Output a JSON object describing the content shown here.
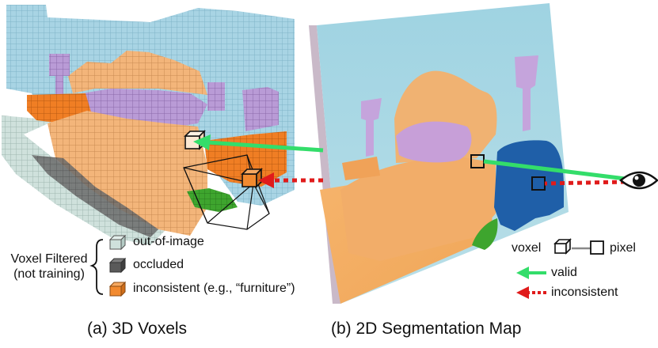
{
  "legend": {
    "filtered_title_line1": "Voxel Filtered",
    "filtered_title_line2": "(not training)",
    "items": [
      {
        "label": "out-of-image",
        "color": "#cfe1dc"
      },
      {
        "label": "occluded",
        "color": "#5a5a5a"
      },
      {
        "label": "inconsistent (e.g., “furniture”)",
        "color": "#f28a2f"
      }
    ]
  },
  "key": {
    "voxel_label": "voxel",
    "pixel_label": "pixel",
    "valid_label": "valid",
    "inconsistent_label": "inconsistent",
    "valid_color": "#33dd6a",
    "inconsistent_color": "#e01b1b"
  },
  "captions": {
    "left": "(a) 3D Voxels",
    "right": "(b) 2D Segmentation Map"
  },
  "colors": {
    "wall": "#a8d4e4",
    "bed": "#f3b57a",
    "furniture": "#f07e24",
    "lamp": "#b99bd6",
    "plant": "#3ea52e",
    "chair": "#1f5fa8"
  }
}
